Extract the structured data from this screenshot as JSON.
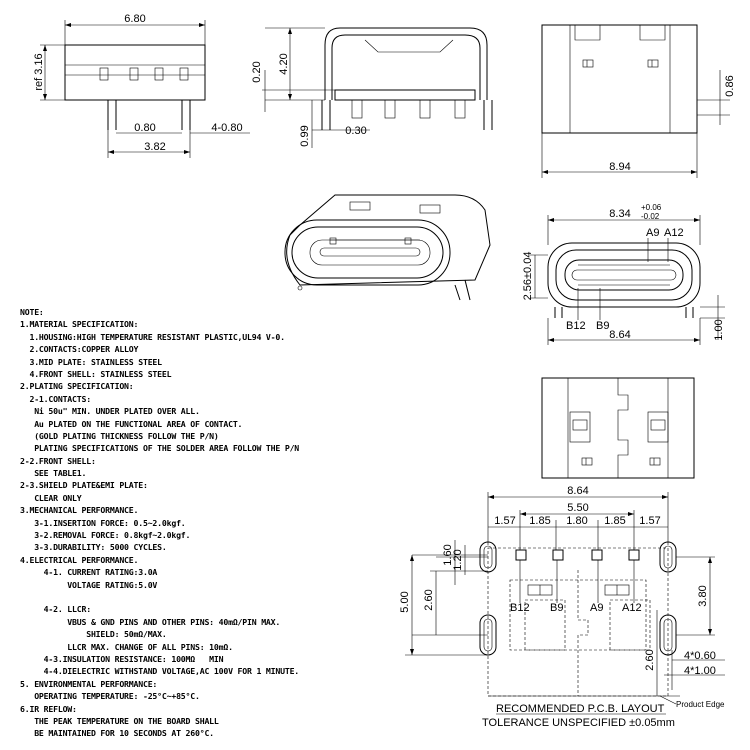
{
  "top_left_view": {
    "dim_width": "6.80",
    "dim_ref": "ref 3.16",
    "dim_pitch": "0.80",
    "dim_pad": "4-0.80",
    "dim_span": "3.82"
  },
  "top_mid_view": {
    "dim_a": "0.20",
    "dim_b": "4.20",
    "dim_c": "0.99",
    "dim_d": "0.30"
  },
  "top_right_view": {
    "dim_height": "0.86",
    "dim_width": "8.94"
  },
  "front_view": {
    "dim_top": "8.34",
    "tol_plus": "+0.06",
    "tol_minus": "-0.02",
    "dim_side": "2.56±0.04",
    "pin_a9": "A9",
    "pin_a12": "A12",
    "pin_b12": "B12",
    "pin_b9": "B9",
    "dim_bottom": "8.64",
    "dim_right": "1.00"
  },
  "pcb_layout": {
    "dim_total": "8.64",
    "dim_inner": "5.50",
    "dim_pitches": [
      "1.57",
      "1.85",
      "1.80",
      "1.85",
      "1.57"
    ],
    "dim_left_a": "1.60",
    "dim_left_b": "1.20",
    "dim_left_c": "2.60",
    "dim_left_d": "5.00",
    "dim_right": "3.80",
    "dim_bottom": "2.60",
    "dim_slot1": "4*0.60",
    "dim_slot2": "4*1.00",
    "pin_b12": "B12",
    "pin_b9": "B9",
    "pin_a9": "A9",
    "pin_a12": "A12",
    "product_edge": "Product Edge",
    "caption": "RECOMMENDED   P.C.B. LAYOUT",
    "tolerance": "TOLERANCE UNSPECIFIED ±0.05mm"
  },
  "notes": [
    "NOTE:",
    "1.MATERIAL SPECIFICATION:",
    "  1.HOUSING:HIGH TEMPERATURE RESISTANT PLASTIC,UL94 V-0.",
    "  2.CONTACTS:COPPER ALLOY",
    "  3.MID PLATE: STAINLESS STEEL",
    "  4.FRONT SHELL: STAINLESS STEEL",
    "2.PLATING SPECIFICATION:",
    "  2-1.CONTACTS:",
    "   Ni 50u\" MIN. UNDER PLATED OVER ALL.",
    "   Au PLATED ON THE FUNCTIONAL AREA OF CONTACT.",
    "   (GOLD PLATING THICKNESS FOLLOW THE P/N)",
    "   PLATING SPECIFICATIONS OF THE SOLDER AREA FOLLOW THE P/N",
    "2-2.FRONT SHELL:",
    "   SEE TABLE1.",
    "2-3.SHIELD PLATE&EMI PLATE:",
    "   CLEAR ONLY",
    "3.MECHANICAL PERFORMANCE.",
    "   3-1.INSERTION FORCE: 0.5~2.0kgf.",
    "   3-2.REMOVAL FORCE: 0.8kgf~2.0kgf.",
    "   3-3.DURABILITY: 5000 CYCLES.",
    "4.ELECTRICAL PERFORMANCE.",
    "     4-1. CURRENT RATING:3.0A",
    "          VOLTAGE RATING:5.0V",
    "",
    "     4-2. LLCR:",
    "          VBUS & GND PINS AND OTHER PINS: 40mΩ/PIN MAX.",
    "              SHIELD: 50mΩ/MAX.",
    "          LLCR MAX. CHANGE OF ALL PINS: 10mΩ.",
    "     4-3.INSULATION RESISTANCE: 100MΩ   MIN",
    "     4-4.DIELECTRIC WITHSTAND VOLTAGE,AC 100V FOR 1 MINUTE.",
    "5. ENVIRONMENTAL PERFORMANCE:",
    "   OPERATING TEMPERATURE: -25°C~+85°C.",
    "6.IR REFLOW:",
    "   THE PEAK TEMPERATURE ON THE BOARD SHALL",
    "   BE MAINTAINED FOR 10 SECONDS AT 260°C."
  ]
}
